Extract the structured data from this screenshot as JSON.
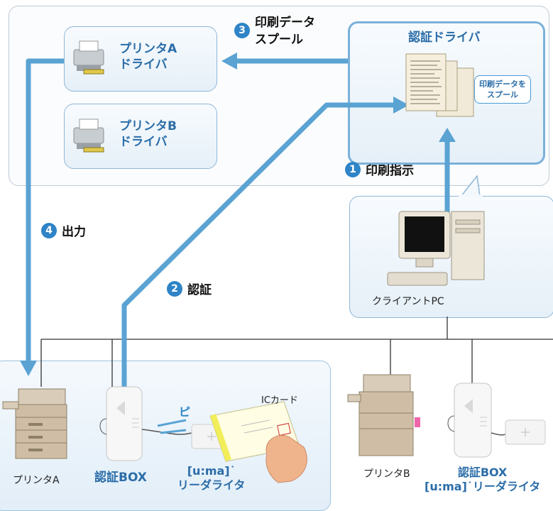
{
  "top_panel": {
    "printer_a_driver": "プリンタA\nドライバ",
    "printer_b_driver": "プリンタB\nドライバ",
    "auth_driver_title": "認証ドライバ",
    "spool_bubble": "印刷データを\nスプール"
  },
  "steps": [
    {
      "num": "1",
      "label": "印刷指示"
    },
    {
      "num": "2",
      "label": "認証"
    },
    {
      "num": "3",
      "label": "印刷データ\nスプール"
    },
    {
      "num": "4",
      "label": "出力"
    }
  ],
  "client_pc": {
    "label": "クライアントPC"
  },
  "bottom": {
    "printer_a": "プリンタA",
    "auth_box": "認証BOX",
    "reader_writer": "[u:ma]˙\nリーダライタ",
    "ic_card": "ICカード",
    "printer_b": "プリンタB",
    "auth_box_2": "認証BOX\n[u:ma]˙リーダライタ"
  },
  "colors": {
    "flow_arrow": "#5aa3d3",
    "step_badge": "#2e84c6",
    "label_blue": "#2b6da8",
    "network_line": "#333333"
  }
}
